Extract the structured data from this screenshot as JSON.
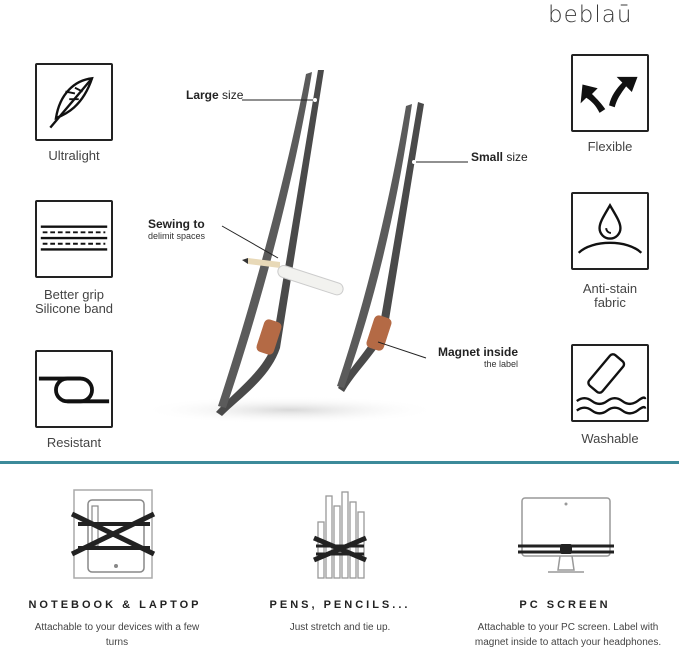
{
  "brand": {
    "logo_text": "beblaū"
  },
  "features": {
    "ultralight": {
      "label": "Ultralight",
      "icon": "feather-icon"
    },
    "better_grip": {
      "label_line1": "Better grip",
      "label_line2": "Silicone band",
      "icon": "silicone-band-icon"
    },
    "resistant": {
      "label": "Resistant",
      "icon": "chain-link-icon"
    },
    "flexible": {
      "label": "Flexible",
      "icon": "flex-arrows-icon"
    },
    "anti_stain": {
      "label_line1": "Anti-stain",
      "label_line2": "fabric",
      "icon": "water-drop-icon"
    },
    "washable": {
      "label": "Washable",
      "icon": "soap-waves-icon"
    }
  },
  "callouts": {
    "large": {
      "strong": "Large",
      "rest": " size"
    },
    "small": {
      "strong": "Small",
      "rest": " size"
    },
    "sewing": {
      "strong": "Sewing to",
      "sub": "delimit spaces"
    },
    "magnet": {
      "strong": "Magnet inside",
      "sub": "the label"
    }
  },
  "usage": {
    "notebook": {
      "title": "NOTEBOOK & LAPTOP",
      "desc_line1": "Attachable to your devices with a few",
      "desc_line2": "turns",
      "icon": "notebook-laptop-icon"
    },
    "pens": {
      "title": "PENS, PENCILS...",
      "desc_line1": "Just stretch and tie up.",
      "icon": "pens-pencils-icon"
    },
    "pc": {
      "title": "PC SCREEN",
      "desc_line1": "Attachable to your PC screen. Label with",
      "desc_line2": "magnet inside to attach your headphones.",
      "icon": "pc-screen-icon"
    }
  },
  "colors": {
    "divider": "#3c8a9a",
    "band": "#4a4a4a",
    "label_leather": "#b46a45"
  }
}
